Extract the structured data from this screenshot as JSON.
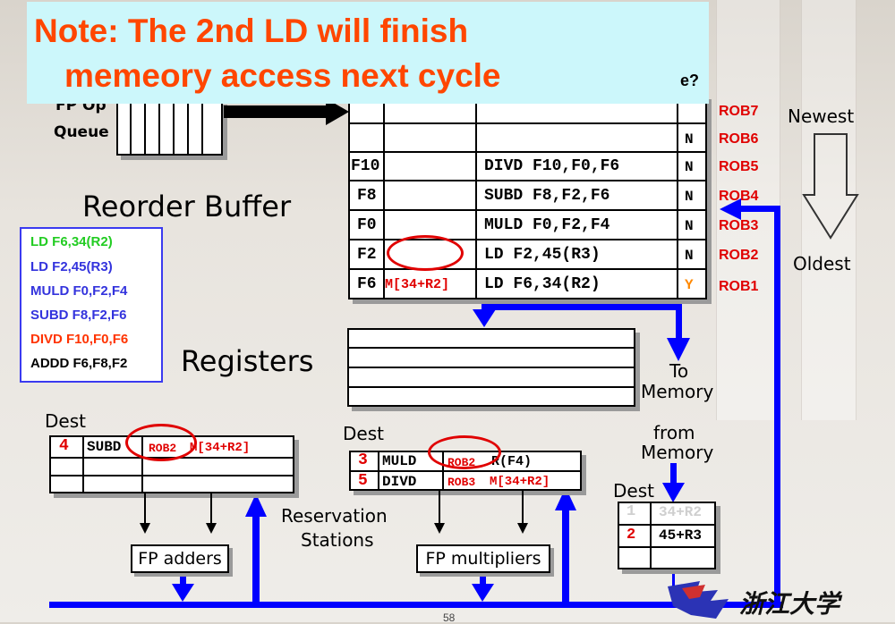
{
  "note": {
    "line1": "Note: The 2nd LD will finish",
    "line2": "memeory access next cycle"
  },
  "fp_queue": {
    "line1": "FP Op",
    "line2": "Queue"
  },
  "commit_fragment": "e?",
  "reorder_buffer": {
    "title": "Reorder Buffer",
    "rows": [
      {
        "rob": "ROB7",
        "dest": "",
        "value": "",
        "instr": "",
        "done": ""
      },
      {
        "rob": "ROB6",
        "dest": "",
        "value": "",
        "instr": "",
        "done": "N"
      },
      {
        "rob": "ROB5",
        "dest": "F10",
        "value": "",
        "instr": "DIVD F10,F0,F6",
        "done": "N"
      },
      {
        "rob": "ROB4",
        "dest": "F8",
        "value": "",
        "instr": "SUBD F8,F2,F6",
        "done": "N"
      },
      {
        "rob": "ROB3",
        "dest": "F0",
        "value": "",
        "instr": "MULD F0,F2,F4",
        "done": "N"
      },
      {
        "rob": "ROB2",
        "dest": "F2",
        "value": "",
        "instr": "LD F2,45(R3)",
        "done": "N"
      },
      {
        "rob": "ROB1",
        "dest": "F6",
        "value": "M[34+R2]",
        "instr": "LD F6,34(R2)",
        "done": "Y"
      }
    ]
  },
  "order": {
    "newest": "Newest",
    "oldest": "Oldest"
  },
  "program": [
    {
      "text": "LD F6,34(R2)",
      "color": "#22cc22"
    },
    {
      "text": "LD F2,45(R3)",
      "color": "#3333dd"
    },
    {
      "text": "MULD F0,F2,F4",
      "color": "#3333dd"
    },
    {
      "text": "SUBD F8,F2,F6",
      "color": "#3333dd"
    },
    {
      "text": "DIVD F10,F0,F6",
      "color": "#ff3300"
    },
    {
      "text": "ADDD F6,F8,F2",
      "color": "#000000"
    }
  ],
  "registers": {
    "title": "Registers"
  },
  "to_memory": {
    "line1": "To",
    "line2": "Memory"
  },
  "from_memory": {
    "line1": "from",
    "line2": "Memory"
  },
  "adders_rs": {
    "dest_label": "Dest",
    "rows": [
      {
        "tag": "4",
        "op": "SUBD",
        "v1": "ROB2",
        "v2": "M[34+R2]"
      }
    ]
  },
  "mult_rs": {
    "dest_label": "Dest",
    "rows": [
      {
        "tag": "3",
        "op": "MULD",
        "v1": "ROB2",
        "v2": "R(F4)"
      },
      {
        "tag": "5",
        "op": "DIVD",
        "v1": "ROB3",
        "v2": "M[34+R2]"
      }
    ]
  },
  "reservation_label": {
    "line1": "Reservation",
    "line2": "Stations"
  },
  "fp_adders": "FP adders",
  "fp_multipliers": "FP multipliers",
  "load_buffer": {
    "dest_label": "Dest",
    "rows": [
      {
        "tag": "1",
        "addr": "34+R2"
      },
      {
        "tag": "2",
        "addr": "45+R3"
      }
    ]
  },
  "page_number": "58",
  "logo_text": "浙江大学",
  "colors": {
    "bus": "#0000ff",
    "note_bg": "#ccf7fb",
    "note_text": "#ff4600",
    "highlight": "#e00000"
  }
}
